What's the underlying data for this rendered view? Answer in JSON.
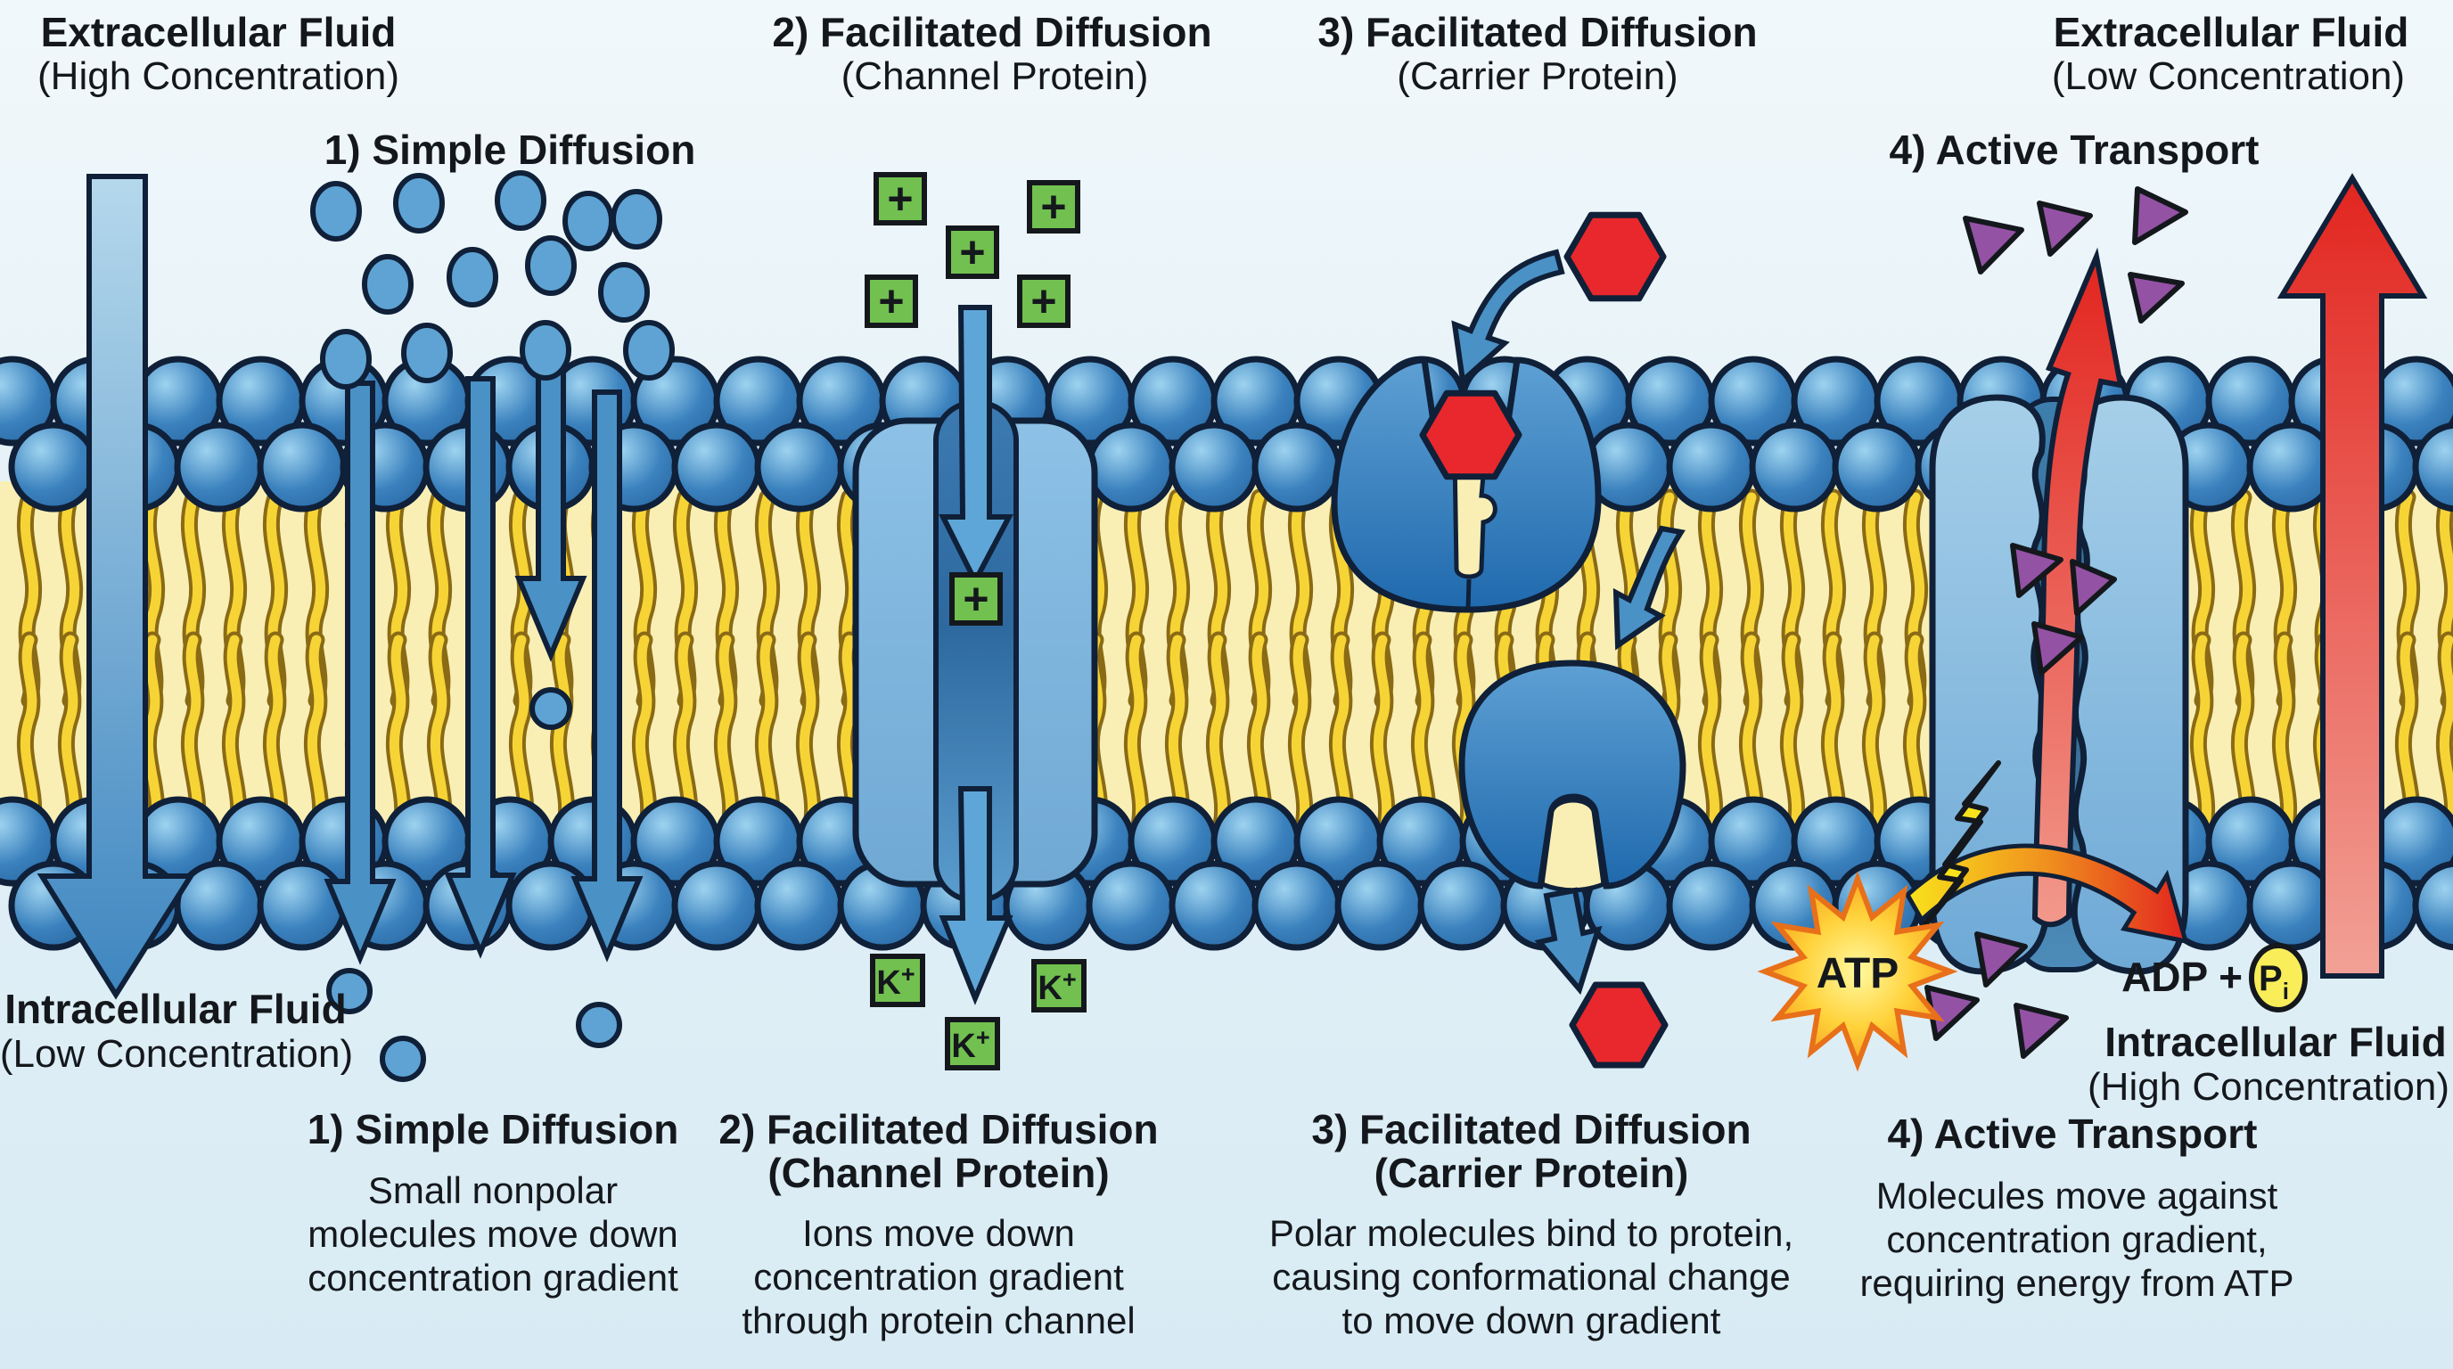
{
  "regions": {
    "extracellular_left": {
      "line1": "Extracellular Fluid",
      "line2": "(High Concentration)"
    },
    "extracellular_right": {
      "line1": "Extracellular Fluid",
      "line2": "(Low Concentration)"
    },
    "intracellular_left": {
      "line1": "Intracellular Fluid",
      "line2": "(Low Concentration)"
    },
    "intracellular_right": {
      "line1": "Intracellular Fluid",
      "line2": "(High Concentration)"
    }
  },
  "mechanisms": [
    {
      "top_label": "1) Simple Diffusion",
      "bottom_heading": "1) Simple Diffusion",
      "description_lines": [
        "Small nonpolar",
        "molecules move down",
        "concentration gradient"
      ]
    },
    {
      "top_label": "2) Facilitated Diffusion",
      "top_sub": "(Channel Protein)",
      "bottom_heading": "2) Facilitated Diffusion",
      "bottom_sub": "(Channel Protein)",
      "description_lines": [
        "Ions move down",
        "concentration gradient",
        "through protein channel"
      ]
    },
    {
      "top_label": "3) Facilitated Diffusion",
      "top_sub": "(Carrier Protein)",
      "bottom_heading": "3) Facilitated Diffusion",
      "bottom_sub": "(Carrier Protein)",
      "description_lines": [
        "Polar molecules bind to protein,",
        "causing conformational change",
        "to move down gradient"
      ]
    },
    {
      "top_label": "4) Active Transport",
      "bottom_heading": "4) Active Transport",
      "description_lines": [
        "Molecules move against",
        "concentration gradient,",
        "requiring energy from ATP"
      ]
    }
  ],
  "particles": {
    "ion_symbol": "+",
    "potassium_symbol": "K",
    "potassium_charge": "+",
    "atp_label": "ATP",
    "adp_label": "ADP + ",
    "phosphate_symbol": "P",
    "phosphate_subscript": "i"
  },
  "colors": {
    "background_top": "#f1f8fb",
    "background_bottom": "#d8ebf4",
    "lipid_head_blue": "#2f7bbf",
    "lipid_tail_yellow": "#f6d435",
    "membrane_interior": "#f9efb5",
    "transport_arrow_blue": "#4a91c6",
    "channel_protein_blue": "#8ec1e6",
    "carrier_protein_blue": "#1f69ad",
    "pump_protein_blue": "#6ea9d6",
    "ion_square_green": "#72c050",
    "hexagon_red": "#e8282c",
    "triangle_purple": "#9452a5",
    "atp_star_yellow": "#ffd23a",
    "active_arrow_red": "#e2251f",
    "outline_navy": "#0f2038"
  }
}
